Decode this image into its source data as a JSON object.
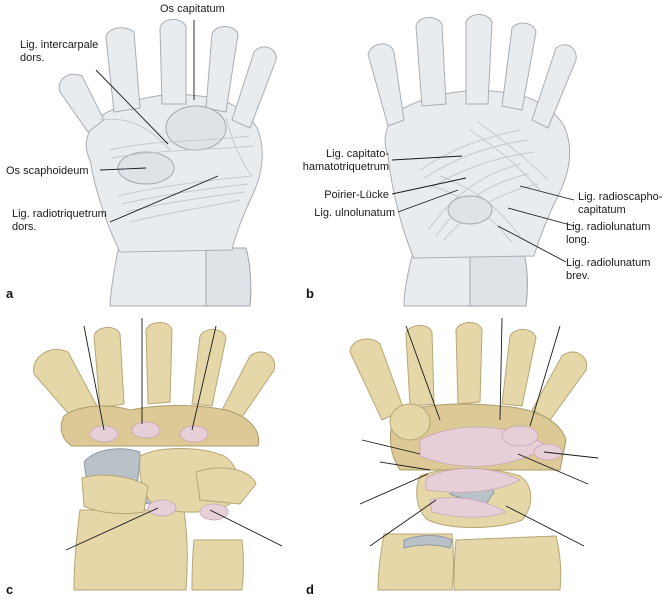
{
  "panels": {
    "a": {
      "letter": "a",
      "labels": {
        "os_capitatum": "Os capitatum",
        "lig_intercarpale_1": "Lig. intercarpale",
        "lig_intercarpale_2": "dors.",
        "os_scaphoideum": "Os scaphoideum",
        "lig_radiotriquetrum_1": "Lig. radiotriquetrum",
        "lig_radiotriquetrum_2": "dors."
      }
    },
    "b": {
      "letter": "b",
      "labels": {
        "lig_capitato_1": "Lig. capitato-",
        "lig_capitato_2": "hamatotriquetrum",
        "poirier": "Poirier-Lücke",
        "lig_ulnolunatum": "Lig. ulnolunatum",
        "lig_radioscapho_1": "Lig. radioscapho-",
        "lig_radioscapho_2": "capitatum",
        "lig_radiolunatum_long_1": "Lig. radiolunatum",
        "lig_radiolunatum_long_2": "long.",
        "lig_radiolunatum_brev_1": "Lig. radiolunatum",
        "lig_radiolunatum_brev_2": "brev."
      }
    },
    "c": {
      "letter": "c"
    },
    "d": {
      "letter": "d"
    }
  },
  "colors": {
    "gray_bone": "#e9ecef",
    "gray_outline": "#a9aeb3",
    "yellow_bone": "#e6d7a8",
    "cartilage": "#b9c2c9",
    "ligament_pink": "#e7cfd8",
    "leader_line": "#1a1a1a"
  }
}
